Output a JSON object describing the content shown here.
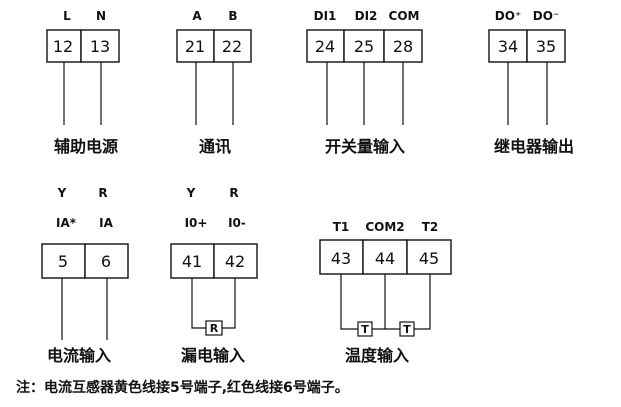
{
  "groups": [
    {
      "id": "aux-power",
      "caption": "辅助电源",
      "labels": [
        "L",
        "N"
      ],
      "terminals": [
        "12",
        "13"
      ]
    },
    {
      "id": "communication",
      "caption": "通讯",
      "labels": [
        "A",
        "B"
      ],
      "terminals": [
        "21",
        "22"
      ]
    },
    {
      "id": "switch-input",
      "caption": "开关量输入",
      "labels": [
        "DI1",
        "DI2",
        "COM"
      ],
      "terminals": [
        "24",
        "25",
        "28"
      ]
    },
    {
      "id": "relay-output",
      "caption": "继电器输出",
      "labels": [
        "DO⁺",
        "DO⁻"
      ],
      "terminals": [
        "34",
        "35"
      ]
    },
    {
      "id": "current-input",
      "caption": "电流输入",
      "color_labels": [
        "Y",
        "R"
      ],
      "labels": [
        "IA*",
        "IA"
      ],
      "terminals": [
        "5",
        "6"
      ]
    },
    {
      "id": "leakage-input",
      "caption": "漏电输入",
      "color_labels": [
        "Y",
        "R"
      ],
      "labels": [
        "I0+",
        "I0-"
      ],
      "terminals": [
        "41",
        "42"
      ],
      "components": [
        "R"
      ]
    },
    {
      "id": "temperature-input",
      "caption": "温度输入",
      "labels": [
        "T1",
        "COM2",
        "T2"
      ],
      "terminals": [
        "43",
        "44",
        "45"
      ],
      "components": [
        "T",
        "T"
      ]
    }
  ],
  "note": "注：电流互感器黄色线接5号端子,红色线接6号端子。"
}
